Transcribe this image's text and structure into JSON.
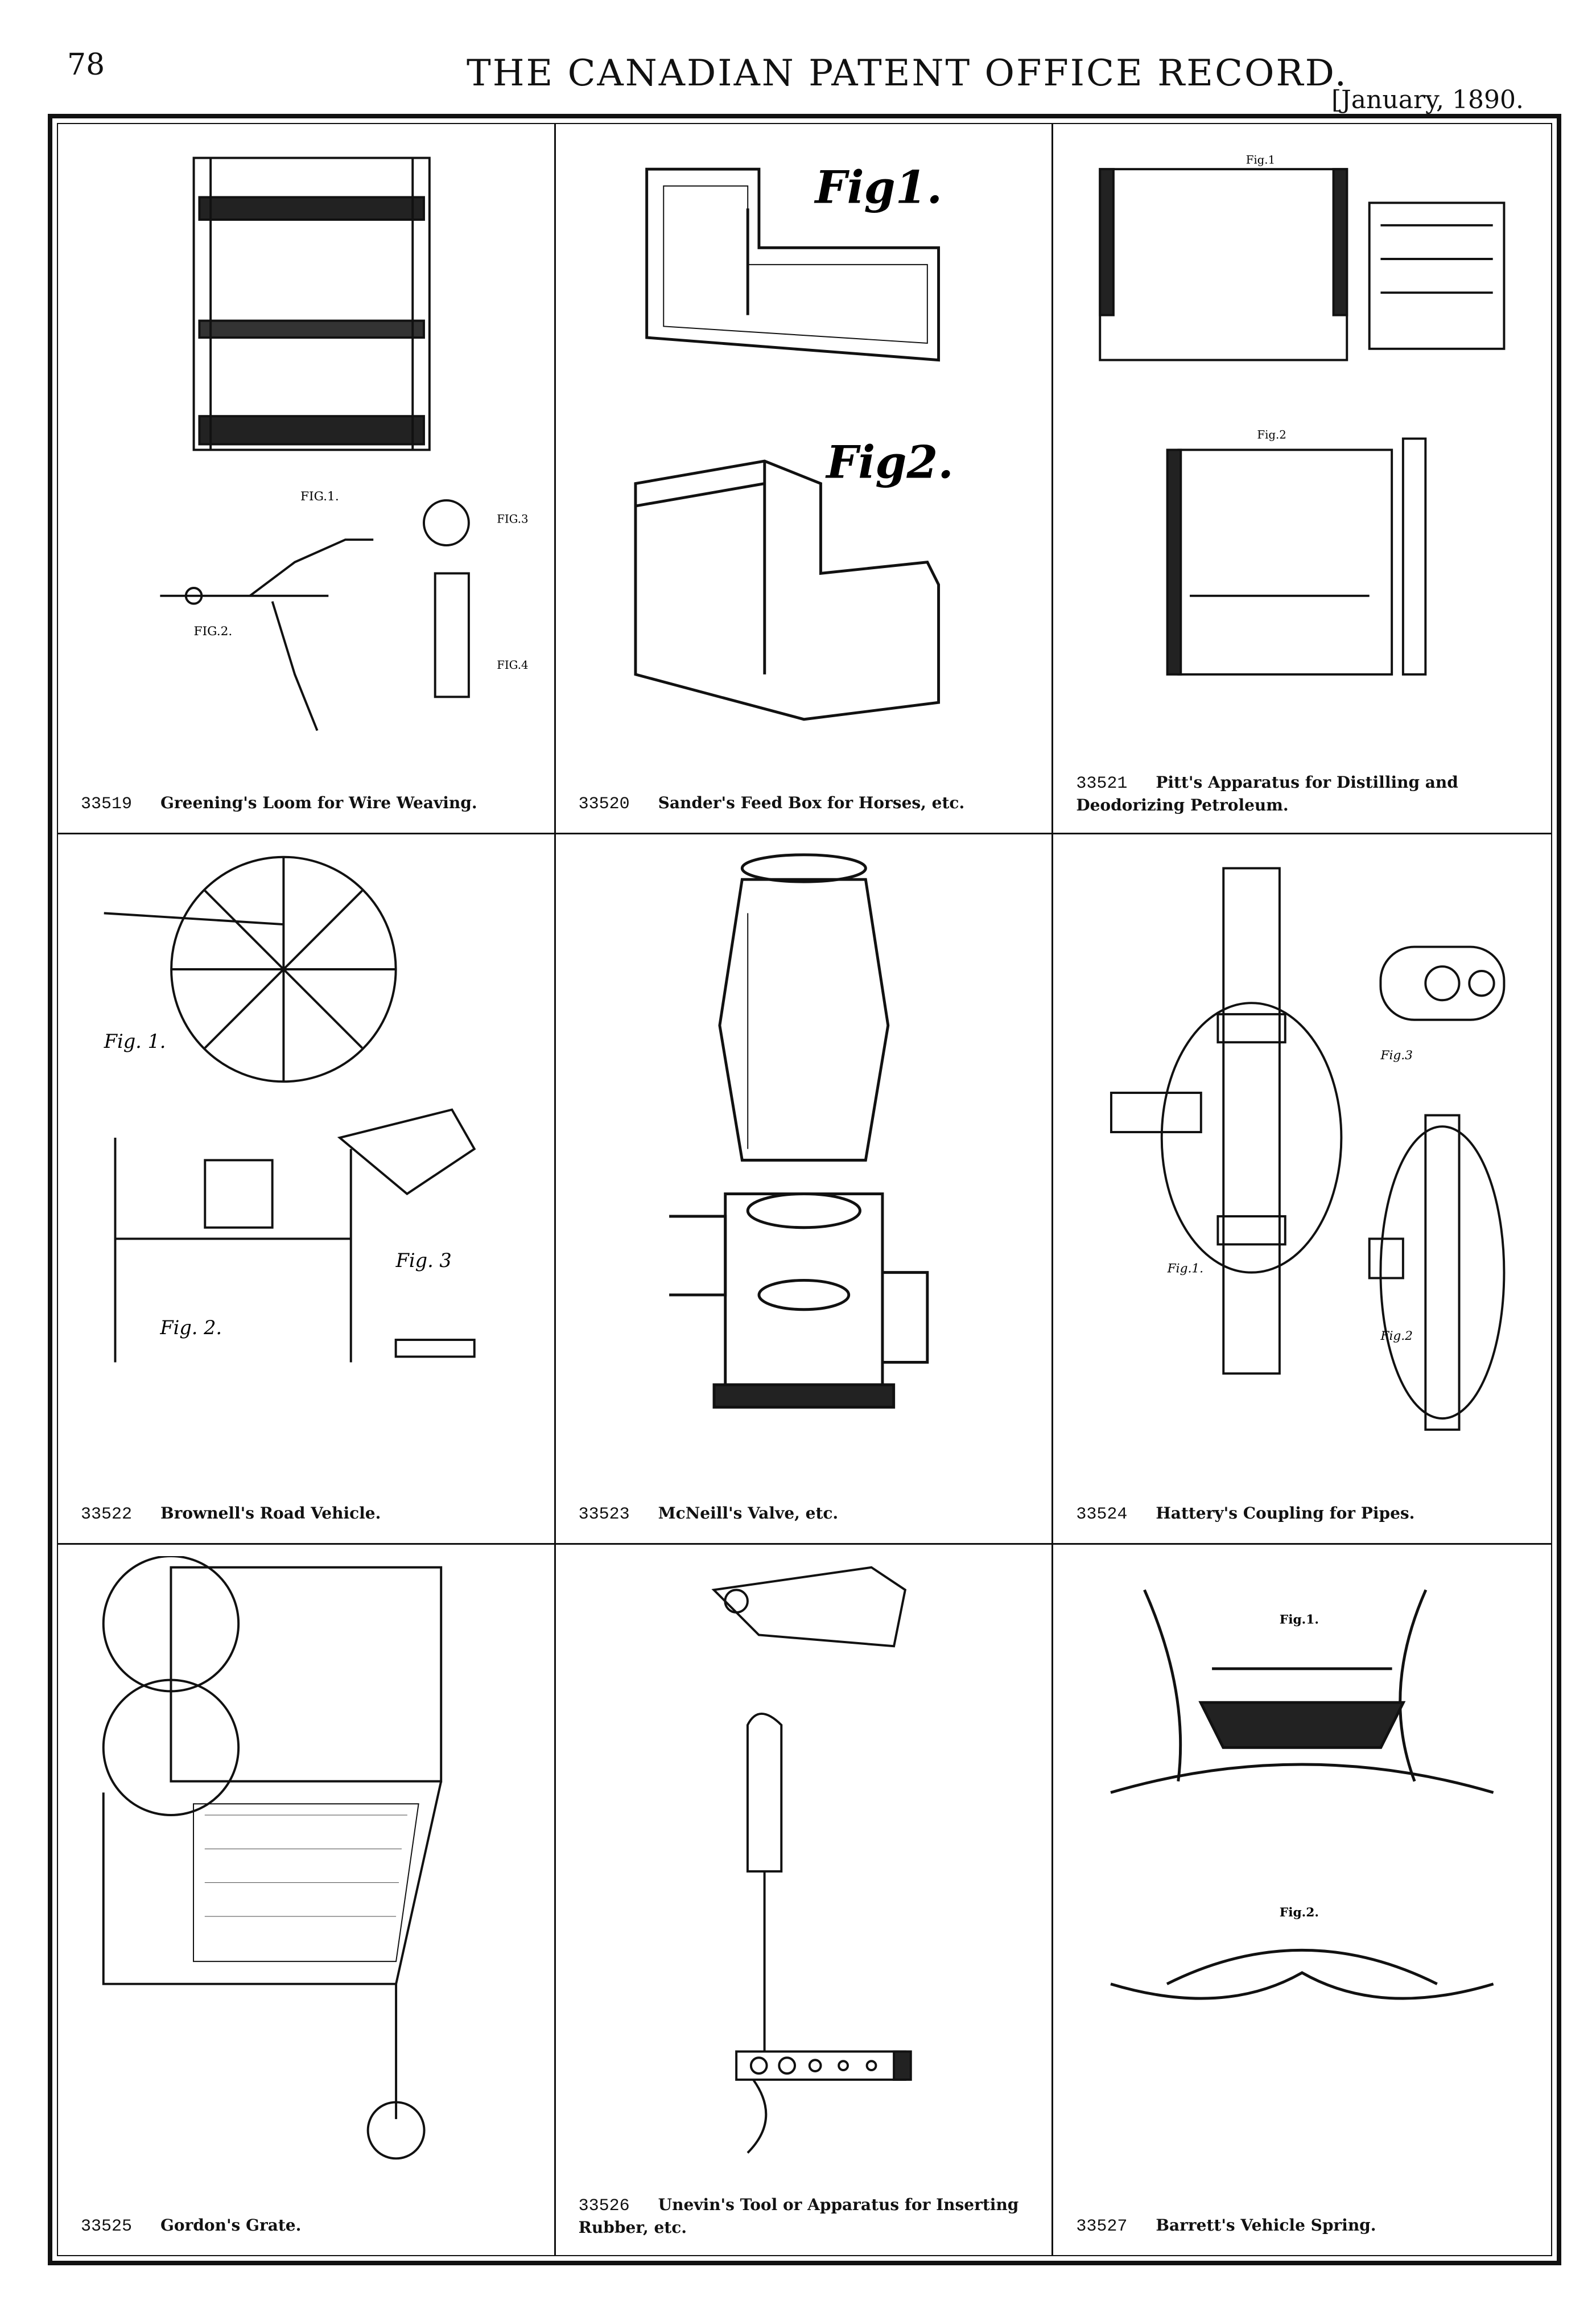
{
  "header": {
    "page_number": "78",
    "running_title": "THE CANADIAN PATENT OFFICE RECORD.",
    "issue_date": "[January, 1890."
  },
  "patents": [
    {
      "number": "33519",
      "title": "Greening's Loom for Wire Weaving.",
      "figure_labels": [
        "FIG.1.",
        "FIG.2.",
        "FIG.3",
        "FIG.4"
      ]
    },
    {
      "number": "33520",
      "title": "Sander's Feed Box for Horses, etc.",
      "figure_labels": [
        "Fig1.",
        "Fig2."
      ]
    },
    {
      "number": "33521",
      "title": "Pitt's Apparatus for Distilling and Deodorizing Petroleum.",
      "figure_labels": [
        "Fig.1",
        "Fig.2"
      ]
    },
    {
      "number": "33522",
      "title": "Brownell's Road Vehicle.",
      "figure_labels": [
        "Fig. 1.",
        "Fig. 2.",
        "Fig. 3"
      ]
    },
    {
      "number": "33523",
      "title": "McNeill's Valve, etc.",
      "figure_labels": []
    },
    {
      "number": "33524",
      "title": "Hattery's Coupling for Pipes.",
      "figure_labels": [
        "Fig.1.",
        "Fig.2",
        "Fig.3"
      ]
    },
    {
      "number": "33525",
      "title": "Gordon's Grate.",
      "figure_labels": []
    },
    {
      "number": "33526",
      "title": "Unevin's Tool or Apparatus for Inserting Rubber, etc.",
      "figure_labels": []
    },
    {
      "number": "33527",
      "title": "Barrett's Vehicle Spring.",
      "figure_labels": [
        "Fig.1.",
        "Fig.2."
      ]
    }
  ]
}
